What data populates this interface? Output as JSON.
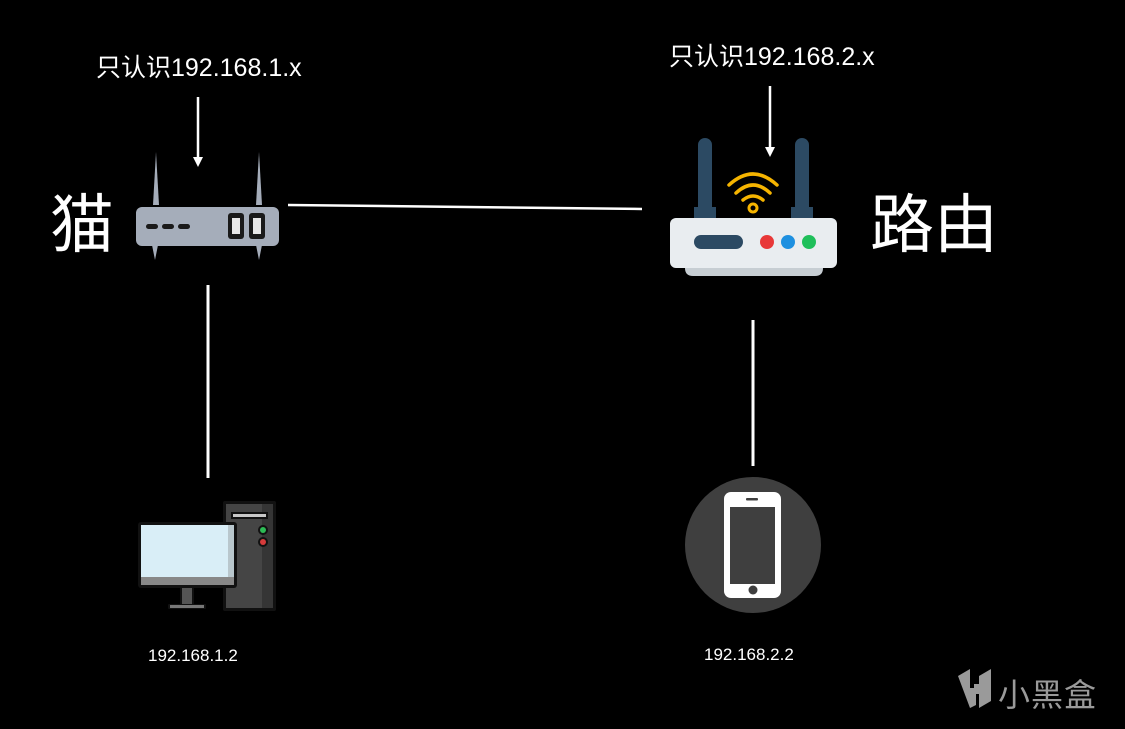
{
  "modem": {
    "label": "猫",
    "note": "只认识192.168.1.x",
    "icon": "modem-icon"
  },
  "router": {
    "label": "路由",
    "note": "只认识192.168.2.x",
    "icon": "wifi-router-icon"
  },
  "devices": [
    {
      "name": "desktop-computer",
      "icon": "desktop-computer-icon",
      "ip": "192.168.1.2"
    },
    {
      "name": "smartphone",
      "icon": "smartphone-icon",
      "ip": "192.168.2.2"
    }
  ],
  "watermark": {
    "text": "小黑盒",
    "icon": "xiaoheihe-logo-icon"
  },
  "colors": {
    "background": "#000000",
    "line": "#ffffff",
    "modem_body": "#a5adba",
    "router_body": "#e9edf0",
    "router_antenna": "#2c4a63",
    "wifi": "#f5b400",
    "led_red": "#e83838",
    "led_blue": "#1e90e0",
    "led_green": "#1fbf5a",
    "phone_circle": "#3f3f3f",
    "screen": "#d9eef7"
  }
}
